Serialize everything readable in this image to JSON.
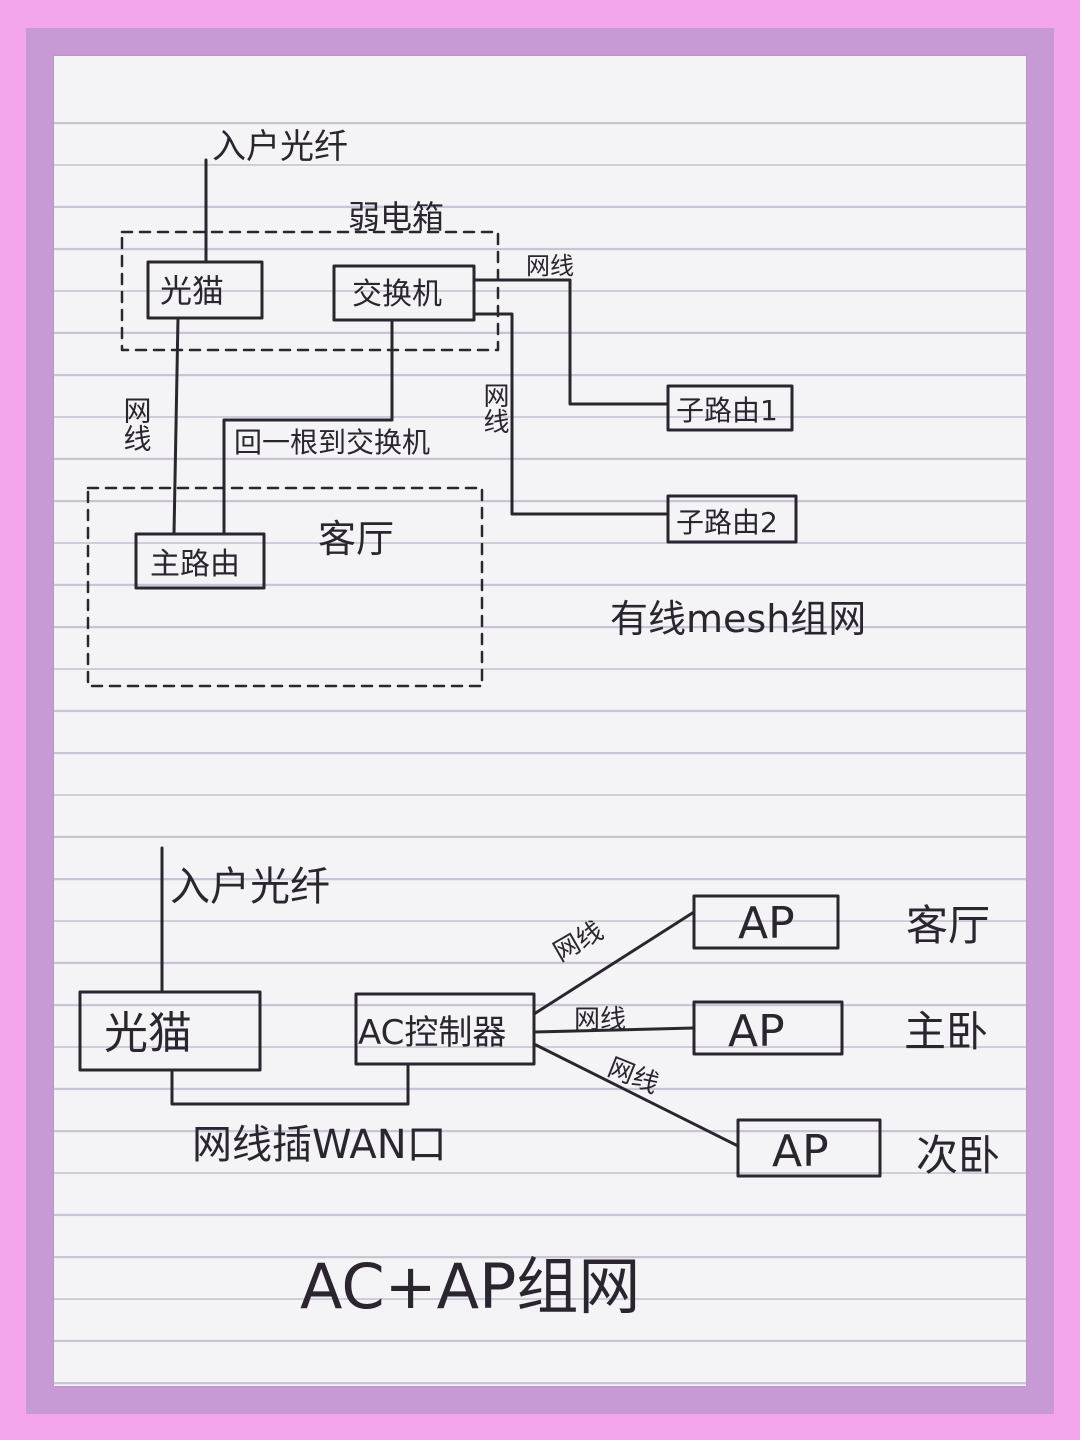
{
  "mesh": {
    "fiber_label": "入户光纤",
    "weak_box_label": "弱电箱",
    "modem_label": "光猫",
    "switch_label": "交换机",
    "cable_label_1": "网线",
    "cable_label_2": "网线",
    "cable_label_3": "网线",
    "sub_router_1": "子路由1",
    "sub_router_2": "子路由2",
    "return_label": "回一根到交换机",
    "living_room_label": "客厅",
    "main_router_label": "主路由",
    "title": "有线mesh组网"
  },
  "acap": {
    "fiber_label": "入户光纤",
    "modem_label": "光猫",
    "controller_label": "AC控制器",
    "wan_label": "网线插WAN口",
    "ap_1": "AP",
    "ap_2": "AP",
    "ap_3": "AP",
    "cable_1": "网线",
    "cable_2": "网线",
    "cable_3": "网线",
    "room_1": "客厅",
    "room_2": "主卧",
    "room_3": "次卧",
    "title": "AC+AP组网"
  }
}
